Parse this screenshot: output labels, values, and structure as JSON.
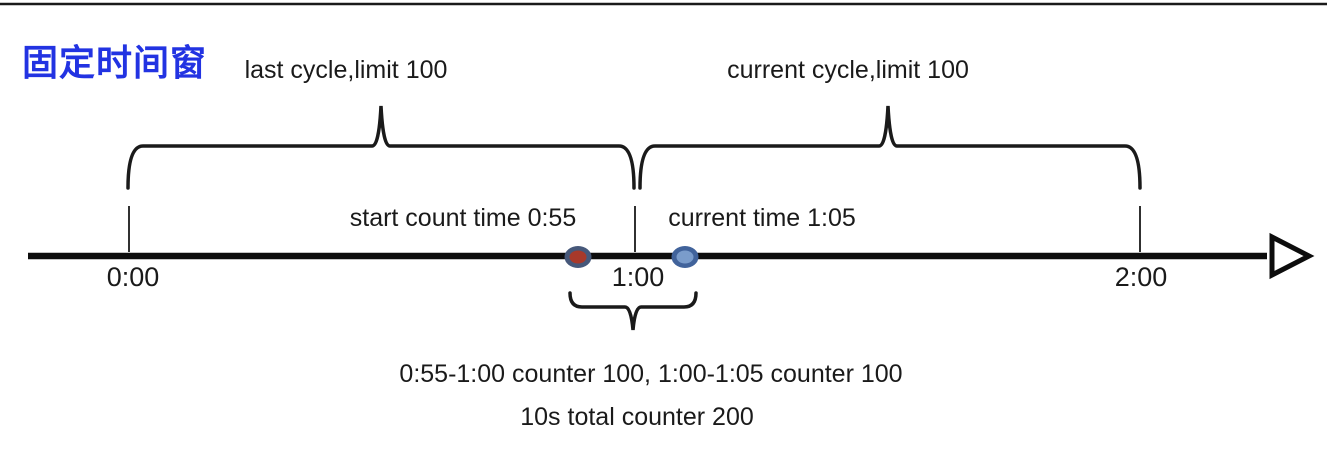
{
  "title": "固定时间窗",
  "colors": {
    "title": "#2233e2",
    "ink": "#1a1a1a",
    "start_marker_ring": "#46587a",
    "start_marker_fill": "#a8392a",
    "current_marker_ring": "#41639b",
    "current_marker_fill": "#7a9ccb"
  },
  "cycles": {
    "last": "last cycle,limit 100",
    "current": "current cycle,limit 100"
  },
  "markers": {
    "start": "start count time 0:55",
    "current": "current time 1:05"
  },
  "ticks": [
    "0:00",
    "1:00",
    "2:00"
  ],
  "summary": {
    "line1": "0:55-1:00 counter 100, 1:00-1:05 counter 100",
    "line2": "10s total counter 200"
  }
}
